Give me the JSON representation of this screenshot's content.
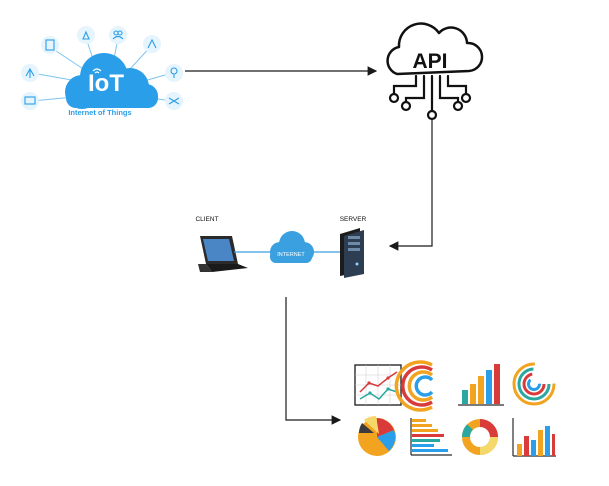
{
  "iot": {
    "logo_text": "IoT",
    "caption": "Internet of Things",
    "devices": [
      "door-icon",
      "hand-icon",
      "people-icon",
      "hand-touch-icon",
      "wifi-antenna-icon",
      "bulb-icon",
      "monitor-icon",
      "drone-icon"
    ]
  },
  "api": {
    "label": "API"
  },
  "network": {
    "client_label": "CLIENT",
    "server_label": "SERVER",
    "cloud_label": "INTERNET"
  },
  "charts": {
    "items": [
      "line-chart-icon",
      "radial-bar-icon",
      "bar-chart-icon",
      "concentric-rings-icon",
      "pie-chart-icon",
      "horizontal-bar-icon",
      "donut-chart-icon",
      "vertical-bars-icon"
    ]
  },
  "colors": {
    "iot_blue": "#2a9ee8",
    "line": "#1a1a1a",
    "link_blue": "#3aa0e0"
  }
}
